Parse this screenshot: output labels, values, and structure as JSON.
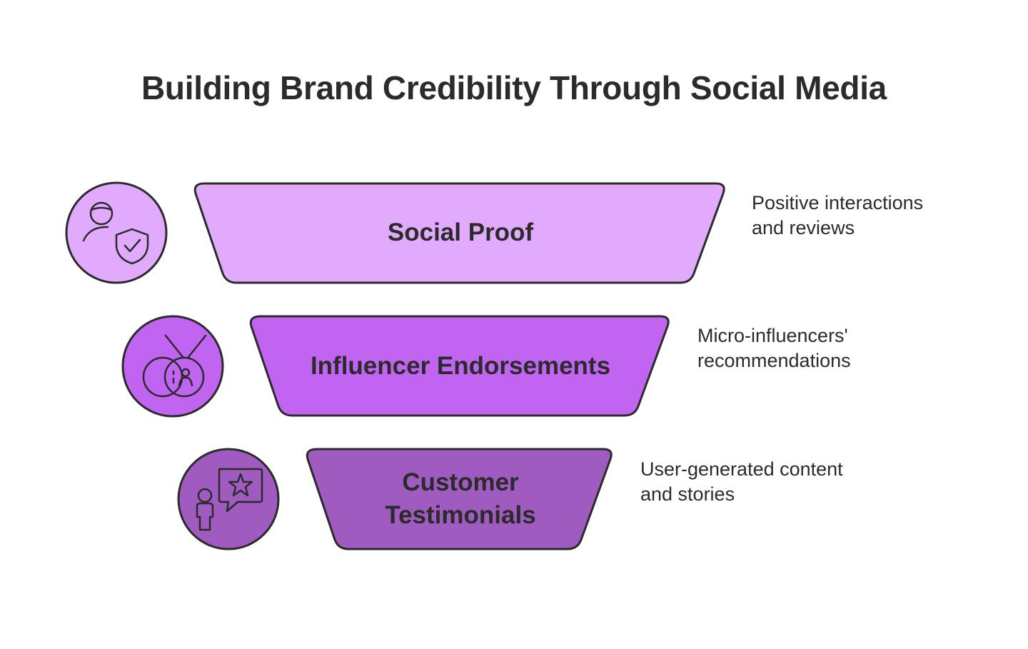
{
  "title": "Building Brand Credibility Through Social Media",
  "colors": {
    "outline": "#2b2b2b",
    "level1_fill": "#e1aafd",
    "level2_fill": "#c264f2",
    "level3_fill": "#a05bc1"
  },
  "levels": [
    {
      "label": "Social Proof",
      "icon": "user-shield-icon",
      "description_lines": [
        "Positive interactions",
        "and reviews"
      ]
    },
    {
      "label": "Influencer Endorsements",
      "icon": "medal-user-icon",
      "description_lines": [
        "Micro-influencers'",
        "recommendations"
      ]
    },
    {
      "label": "Customer Testimonials",
      "icon": "person-star-speech-icon",
      "description_lines": [
        "User-generated content",
        "and stories"
      ]
    }
  ]
}
